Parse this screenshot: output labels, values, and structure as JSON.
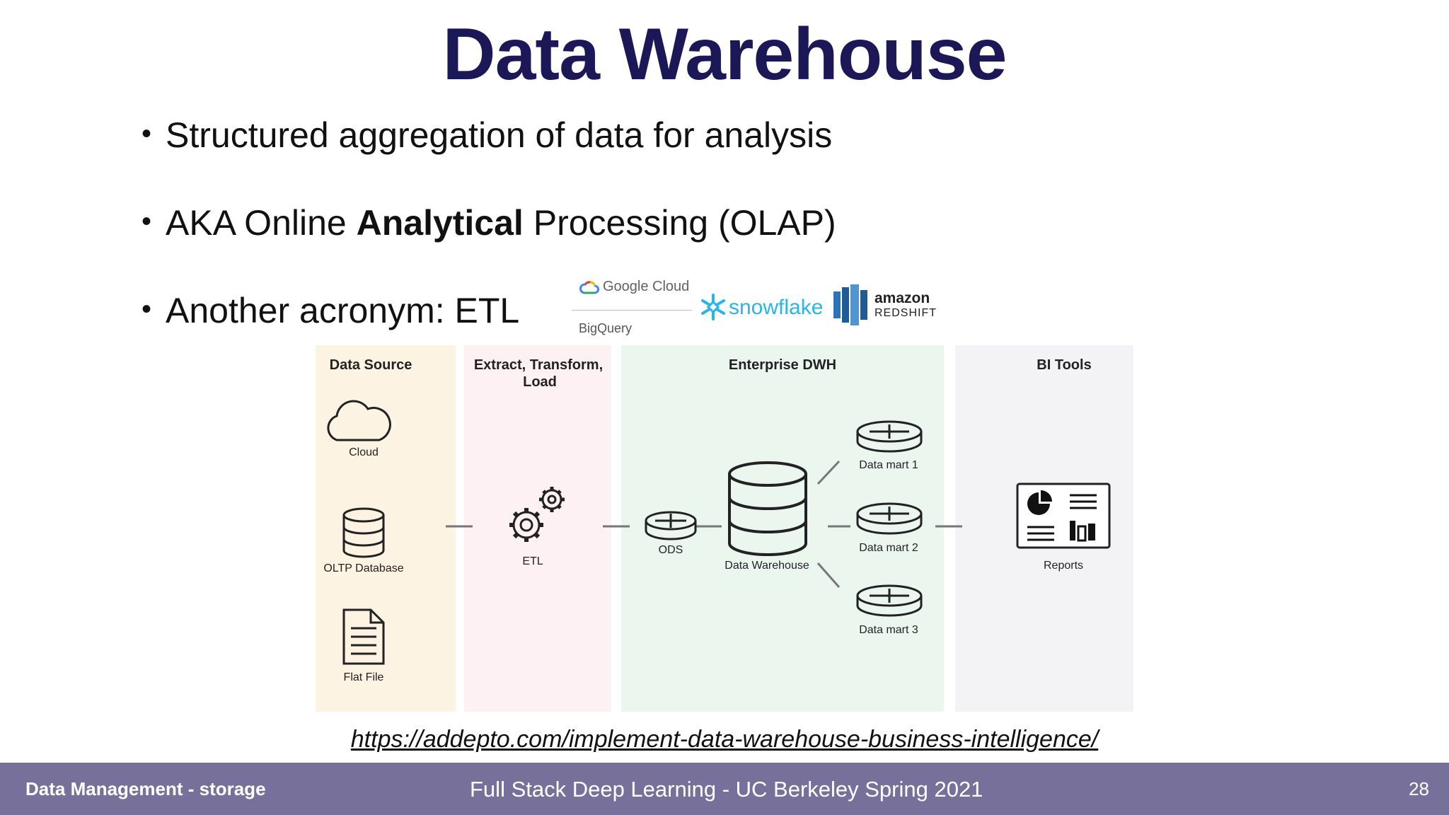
{
  "slide": {
    "title": "Data Warehouse",
    "bullets": [
      {
        "pre": "Structured aggregation of data for analysis",
        "bold": "",
        "post": ""
      },
      {
        "pre": "AKA Online ",
        "bold": "Analytical",
        "post": " Processing (OLAP)"
      },
      {
        "pre": "Another acronym: ETL",
        "bold": "",
        "post": ""
      }
    ],
    "bullet_char": "•",
    "url": "https://addepto.com/implement-data-warehouse-business-intelligence/"
  },
  "logos": {
    "google_cloud": "Google Cloud",
    "bigquery": "BigQuery",
    "snowflake": "snowflake",
    "amazon": "amazon",
    "redshift": "REDSHIFT"
  },
  "diagram": {
    "columns": {
      "data_source": {
        "title": "Data Source",
        "color": "#fdf3e2"
      },
      "etl": {
        "title_line1": "Extract, Transform,",
        "title_line2": "Load",
        "color": "#fdf1f3"
      },
      "dwh": {
        "title": "Enterprise DWH",
        "color": "#ebf7ee"
      },
      "bi": {
        "title": "BI Tools",
        "color": "#f3f3f5"
      }
    },
    "nodes": {
      "cloud": "Cloud",
      "oltp": "OLTP Database",
      "flat_file": "Flat File",
      "etl": "ETL",
      "ods": "ODS",
      "warehouse": "Data Warehouse",
      "mart1": "Data mart 1",
      "mart2": "Data mart 2",
      "mart3": "Data mart 3",
      "reports": "Reports"
    }
  },
  "footer": {
    "left": "Data Management - storage",
    "center": "Full Stack Deep Learning - UC Berkeley Spring 2021",
    "page": "28",
    "color": "#77709a"
  }
}
